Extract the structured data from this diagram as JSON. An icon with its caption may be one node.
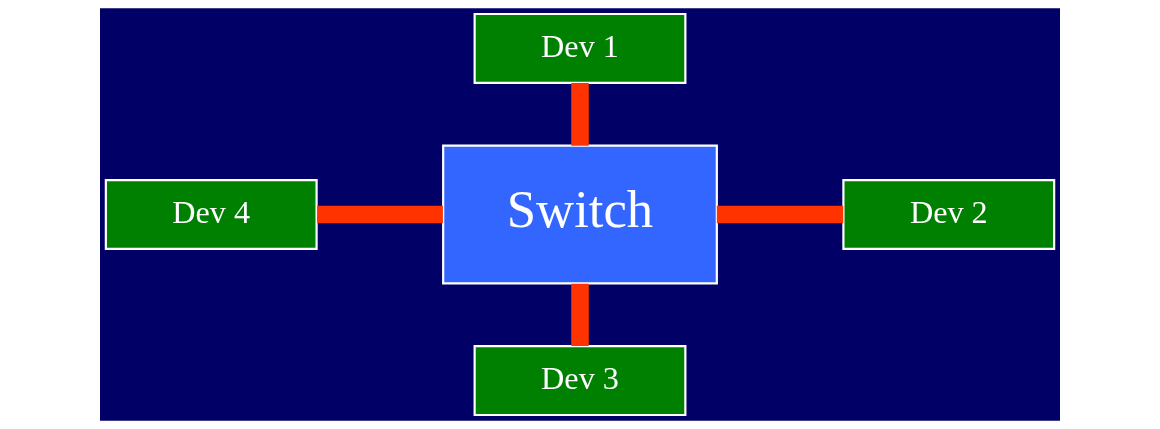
{
  "diagram": {
    "nodes": [
      {
        "text": [
          "Dev 1"
        ]
      },
      {
        "text": [
          "Dev 4"
        ]
      },
      {
        "text": [
          "Switch"
        ]
      },
      {
        "text": [
          "Dev 2"
        ]
      },
      {
        "text": [
          "Dev 3"
        ]
      }
    ],
    "edges": [
      {
        "from": 0,
        "to": 2,
        "arrow": "none"
      },
      {
        "from": 1,
        "to": 2,
        "arrow": "none"
      },
      {
        "from": 2,
        "to": 3,
        "arrow": "none"
      },
      {
        "from": 2,
        "to": 4,
        "arrow": "none"
      }
    ]
  }
}
